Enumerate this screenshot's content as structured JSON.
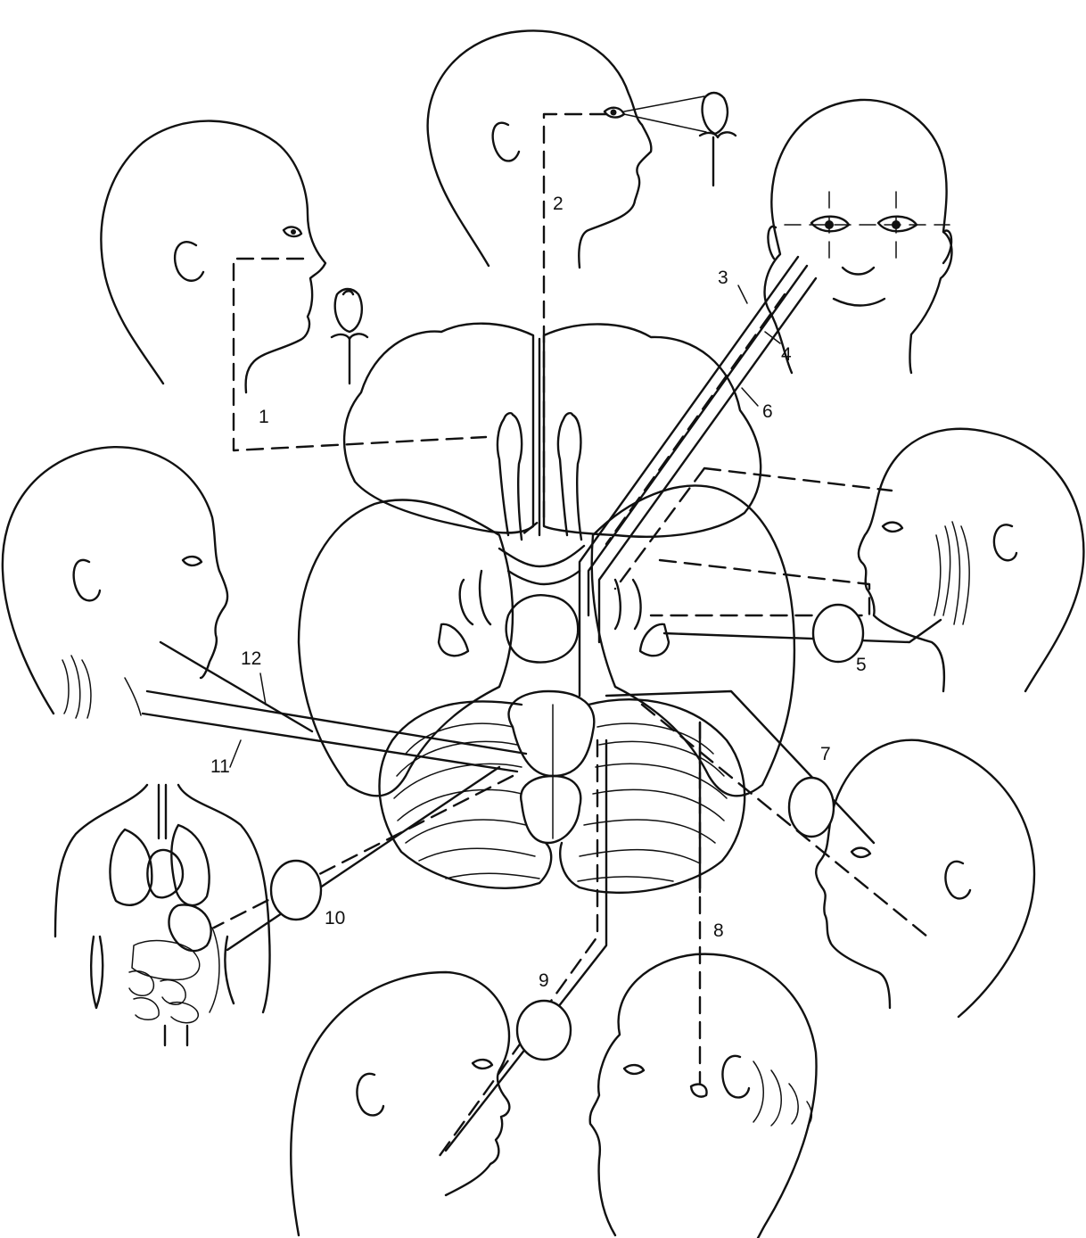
{
  "figure": {
    "labels": [
      "1",
      "2",
      "3",
      "4",
      "5",
      "6",
      "7",
      "8",
      "9",
      "10",
      "11",
      "12"
    ]
  },
  "colors": {
    "ink": "#111111",
    "background": "#ffffff"
  }
}
